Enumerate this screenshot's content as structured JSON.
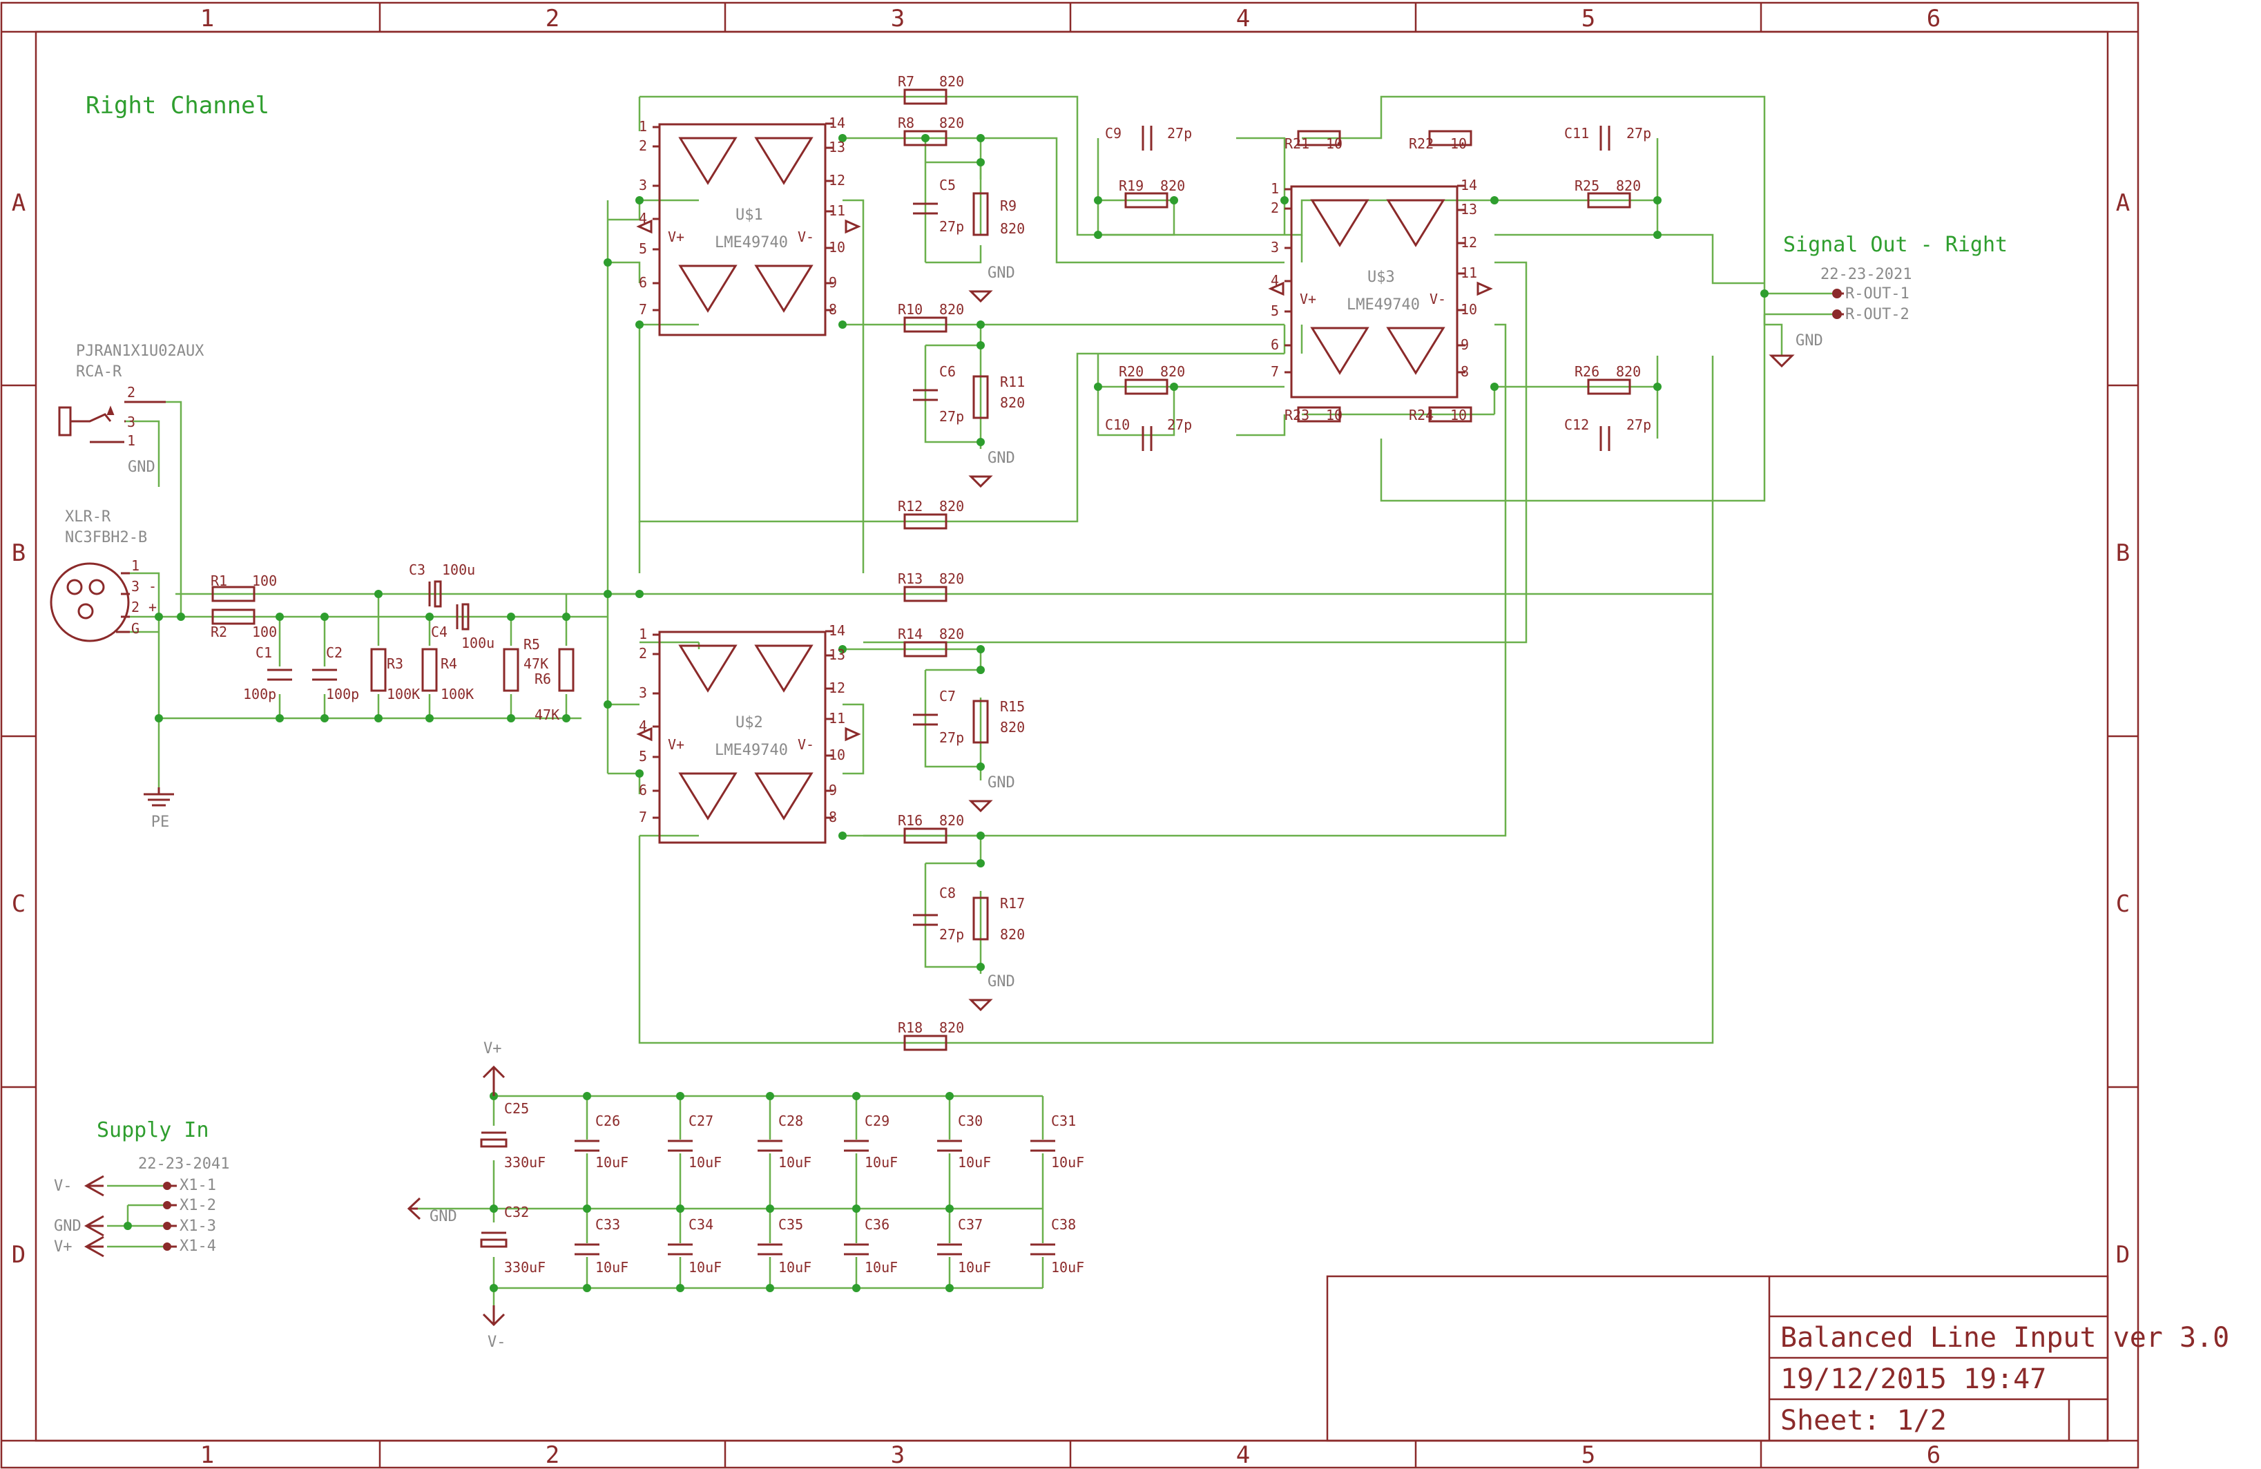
{
  "zones": {
    "columns": [
      "1",
      "2",
      "3",
      "4",
      "5",
      "6"
    ],
    "rows": [
      "A",
      "B",
      "C",
      "D"
    ]
  },
  "headings": {
    "channel": "Right Channel",
    "signal_out": "Signal Out - Right",
    "supply_in": "Supply In"
  },
  "connectors": {
    "rca": {
      "part": "PJRAN1X1U02AUX",
      "name": "RCA-R",
      "pins": [
        "2",
        "3",
        "1"
      ],
      "gnd": "GND"
    },
    "xlr": {
      "name": "XLR-R",
      "part": "NC3FBH2-B",
      "pins": [
        "1",
        "3",
        "2",
        "G"
      ],
      "pin3_sign": "-",
      "pin2_sign": "+"
    },
    "out": {
      "name": "22-23-2021",
      "pins": [
        "R-OUT-1",
        "R-OUT-2"
      ],
      "gnd": "GND"
    },
    "supply": {
      "name": "22-23-2041",
      "pins": [
        "X1-1",
        "X1-2",
        "X1-3",
        "X1-4"
      ],
      "nets": [
        "V-",
        "GND",
        "V+"
      ]
    }
  },
  "ground_labels": {
    "pe": "PE",
    "gnd": "GND"
  },
  "rails": {
    "vplus": "V+",
    "vminus": "V-",
    "ichip_vplus": "V+",
    "ichip_vminus": "V-"
  },
  "ics": [
    {
      "ref": "U$1",
      "part": "LME49740"
    },
    {
      "ref": "U$2",
      "part": "LME49740"
    },
    {
      "ref": "U$3",
      "part": "LME49740"
    }
  ],
  "ic_pins": [
    "1",
    "2",
    "3",
    "4",
    "5",
    "6",
    "7",
    "8",
    "9",
    "10",
    "11",
    "12",
    "13",
    "14"
  ],
  "components": {
    "R1": {
      "ref": "R1",
      "value": "100"
    },
    "R2": {
      "ref": "R2",
      "value": "100"
    },
    "C1": {
      "ref": "C1",
      "value": "100p"
    },
    "C2": {
      "ref": "C2",
      "value": "100p"
    },
    "R3": {
      "ref": "R3",
      "value": "100K"
    },
    "R4": {
      "ref": "R4",
      "value": "100K"
    },
    "C3": {
      "ref": "C3",
      "value": "100u"
    },
    "C4": {
      "ref": "C4",
      "value": "100u"
    },
    "R5": {
      "ref": "R5",
      "value": "47K"
    },
    "R6": {
      "ref": "R6",
      "value": "47K"
    },
    "R7": {
      "ref": "R7",
      "value": "820"
    },
    "R8": {
      "ref": "R8",
      "value": "820"
    },
    "C5": {
      "ref": "C5",
      "value": "27p"
    },
    "R9": {
      "ref": "R9",
      "value": "820"
    },
    "R10": {
      "ref": "R10",
      "value": "820"
    },
    "C6": {
      "ref": "C6",
      "value": "27p"
    },
    "R11": {
      "ref": "R11",
      "value": "820"
    },
    "R12": {
      "ref": "R12",
      "value": "820"
    },
    "R13": {
      "ref": "R13",
      "value": "820"
    },
    "R14": {
      "ref": "R14",
      "value": "820"
    },
    "C7": {
      "ref": "C7",
      "value": "27p"
    },
    "R15": {
      "ref": "R15",
      "value": "820"
    },
    "R16": {
      "ref": "R16",
      "value": "820"
    },
    "C8": {
      "ref": "C8",
      "value": "27p"
    },
    "R17": {
      "ref": "R17",
      "value": "820"
    },
    "R18": {
      "ref": "R18",
      "value": "820"
    },
    "C9": {
      "ref": "C9",
      "value": "27p"
    },
    "R19": {
      "ref": "R19",
      "value": "820"
    },
    "R21": {
      "ref": "R21",
      "value": "10"
    },
    "R22": {
      "ref": "R22",
      "value": "10"
    },
    "C11": {
      "ref": "C11",
      "value": "27p"
    },
    "R25": {
      "ref": "R25",
      "value": "820"
    },
    "R20": {
      "ref": "R20",
      "value": "820"
    },
    "C10": {
      "ref": "C10",
      "value": "27p"
    },
    "R23": {
      "ref": "R23",
      "value": "10"
    },
    "R24": {
      "ref": "R24",
      "value": "10"
    },
    "R26": {
      "ref": "R26",
      "value": "820"
    },
    "C12": {
      "ref": "C12",
      "value": "27p"
    },
    "C25": {
      "ref": "C25",
      "value": "330uF"
    },
    "C32": {
      "ref": "C32",
      "value": "330uF"
    },
    "C26": {
      "ref": "C26",
      "value": "10uF"
    },
    "C27": {
      "ref": "C27",
      "value": "10uF"
    },
    "C28": {
      "ref": "C28",
      "value": "10uF"
    },
    "C29": {
      "ref": "C29",
      "value": "10uF"
    },
    "C30": {
      "ref": "C30",
      "value": "10uF"
    },
    "C31": {
      "ref": "C31",
      "value": "10uF"
    },
    "C33": {
      "ref": "C33",
      "value": "10uF"
    },
    "C34": {
      "ref": "C34",
      "value": "10uF"
    },
    "C35": {
      "ref": "C35",
      "value": "10uF"
    },
    "C36": {
      "ref": "C36",
      "value": "10uF"
    },
    "C37": {
      "ref": "C37",
      "value": "10uF"
    },
    "C38": {
      "ref": "C38",
      "value": "10uF"
    }
  },
  "title_block": {
    "title": "Balanced Line Input ver 3.0",
    "date": "19/12/2015 19:47",
    "sheet": "Sheet: 1/2"
  },
  "colors": {
    "symbol": "#8b2a2a",
    "wire": "#6ab04c",
    "net_label": "#2e9e2e",
    "label": "#8a8a8a",
    "background": "#ffffff"
  }
}
